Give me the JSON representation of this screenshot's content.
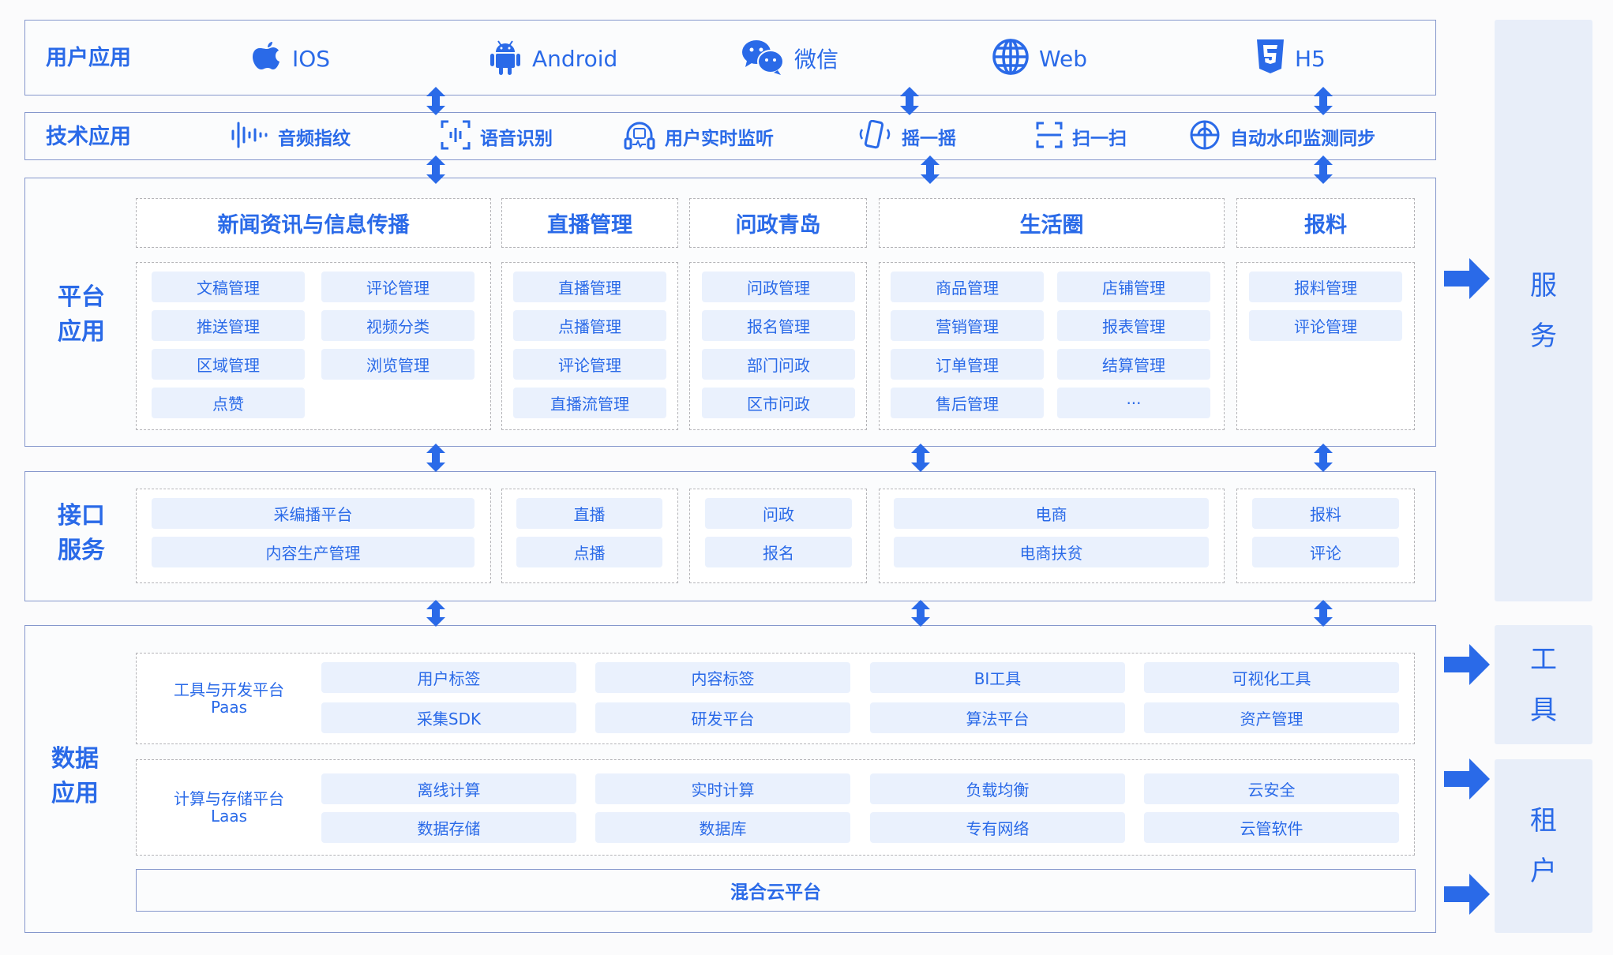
{
  "colors": {
    "accent": "#2a6ae8",
    "chip_bg": "#eaf1fd",
    "side_bg": "#e8eef9",
    "frame": "#8597cc"
  },
  "user_apps": {
    "label": "用户应用",
    "items": [
      {
        "icon": "apple-icon",
        "label": "IOS"
      },
      {
        "icon": "android-icon",
        "label": "Android"
      },
      {
        "icon": "wechat-icon",
        "label": "微信"
      },
      {
        "icon": "globe-icon",
        "label": "Web"
      },
      {
        "icon": "html5-icon",
        "label": "H5"
      }
    ]
  },
  "tech_apps": {
    "label": "技术应用",
    "items": [
      {
        "icon": "audio-wave-icon",
        "label": "音频指纹"
      },
      {
        "icon": "voice-scan-icon",
        "label": "语音识别"
      },
      {
        "icon": "headset-monitor-icon",
        "label": "用户实时监听"
      },
      {
        "icon": "shake-phone-icon",
        "label": "摇一摇"
      },
      {
        "icon": "scan-icon",
        "label": "扫一扫"
      },
      {
        "icon": "watermark-target-icon",
        "label": "自动水印监测同步"
      }
    ]
  },
  "platform": {
    "label_lines": [
      "平台",
      "应用"
    ],
    "columns": [
      {
        "title": "新闻资讯与信息传播",
        "items": [
          "文稿管理",
          "评论管理",
          "推送管理",
          "视频分类",
          "区域管理",
          "浏览管理",
          "点赞"
        ]
      },
      {
        "title": "直播管理",
        "items": [
          "直播管理",
          "点播管理",
          "评论管理",
          "直播流管理"
        ]
      },
      {
        "title": "问政青岛",
        "items": [
          "问政管理",
          "报名管理",
          "部门问政",
          "区市问政"
        ]
      },
      {
        "title": "生活圈",
        "items": [
          "商品管理",
          "店铺管理",
          "营销管理",
          "报表管理",
          "订单管理",
          "结算管理",
          "售后管理",
          "···"
        ]
      },
      {
        "title": "报料",
        "items": [
          "报料管理",
          "评论管理"
        ]
      }
    ]
  },
  "interface": {
    "label_lines": [
      "接口",
      "服务"
    ],
    "columns": [
      [
        "采编播平台",
        "内容生产管理"
      ],
      [
        "直播",
        "点播"
      ],
      [
        "问政",
        "报名"
      ],
      [
        "电商",
        "电商扶贫"
      ],
      [
        "报料",
        "评论"
      ]
    ]
  },
  "data_apps": {
    "label_lines": [
      "数据",
      "应用"
    ],
    "groups": [
      {
        "title": "工具与开发平台",
        "subtitle": "Paas",
        "items": [
          "用户标签",
          "内容标签",
          "BI工具",
          "可视化工具",
          "采集SDK",
          "研发平台",
          "算法平台",
          "资产管理"
        ]
      },
      {
        "title": "计算与存储平台",
        "subtitle": "Laas",
        "items": [
          "离线计算",
          "实时计算",
          "负载均衡",
          "云安全",
          "数据存储",
          "数据库",
          "专有网络",
          "云管软件"
        ]
      }
    ],
    "hybrid": "混合云平台"
  },
  "side": {
    "service": [
      "服",
      "务"
    ],
    "tools": [
      "工",
      "具"
    ],
    "tenant": [
      "租",
      "户"
    ]
  }
}
